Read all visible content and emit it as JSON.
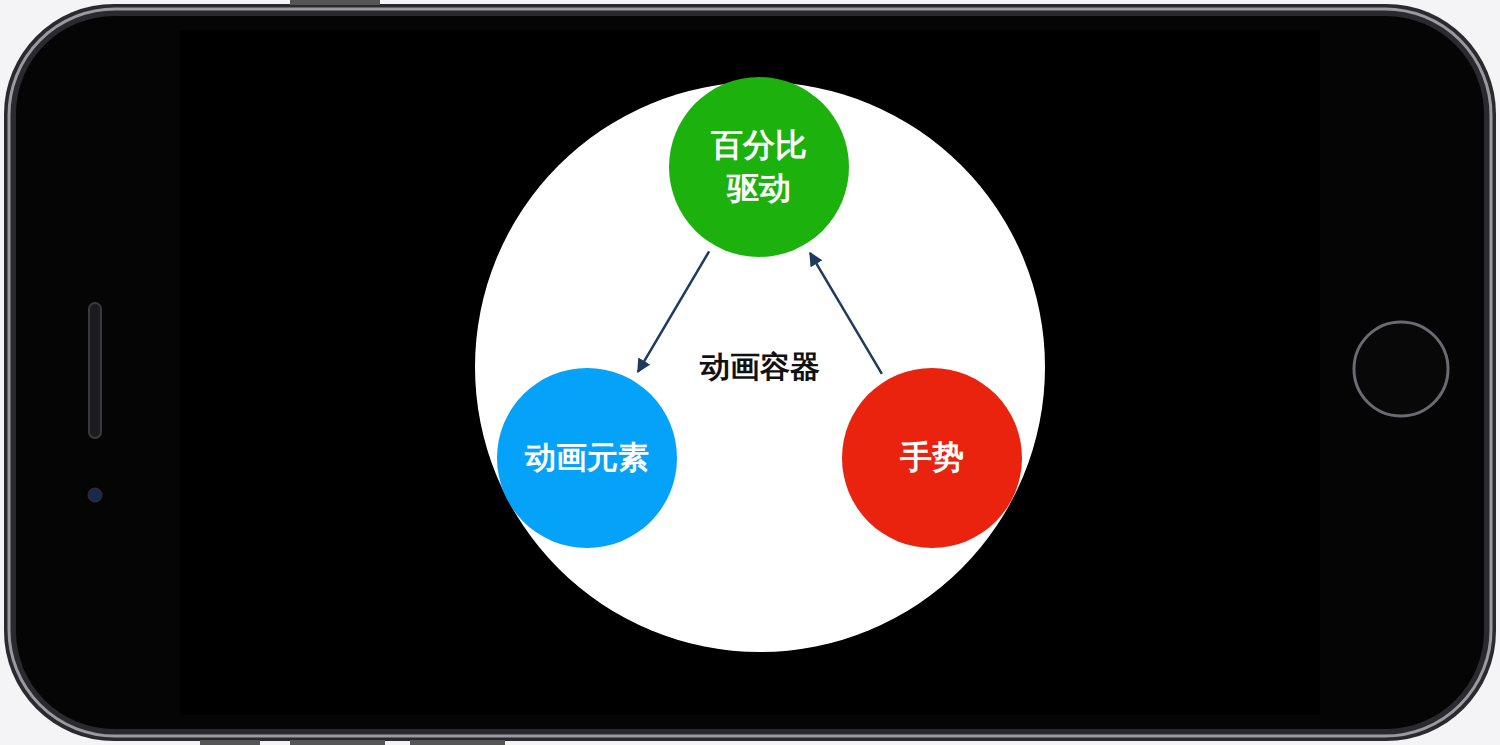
{
  "diagram": {
    "nodes": [
      {
        "text": [
          "动画容器"
        ]
      },
      {
        "text": [
          "百分比 驱动"
        ],
        "in": 0
      },
      {
        "text": [
          "动画元素"
        ],
        "in": 0
      },
      {
        "text": [
          "手势"
        ],
        "in": 0
      }
    ],
    "edges": [
      {
        "from": 1,
        "to": 2,
        "arrow": "to"
      },
      {
        "from": 3,
        "to": 1,
        "arrow": "to"
      }
    ]
  }
}
